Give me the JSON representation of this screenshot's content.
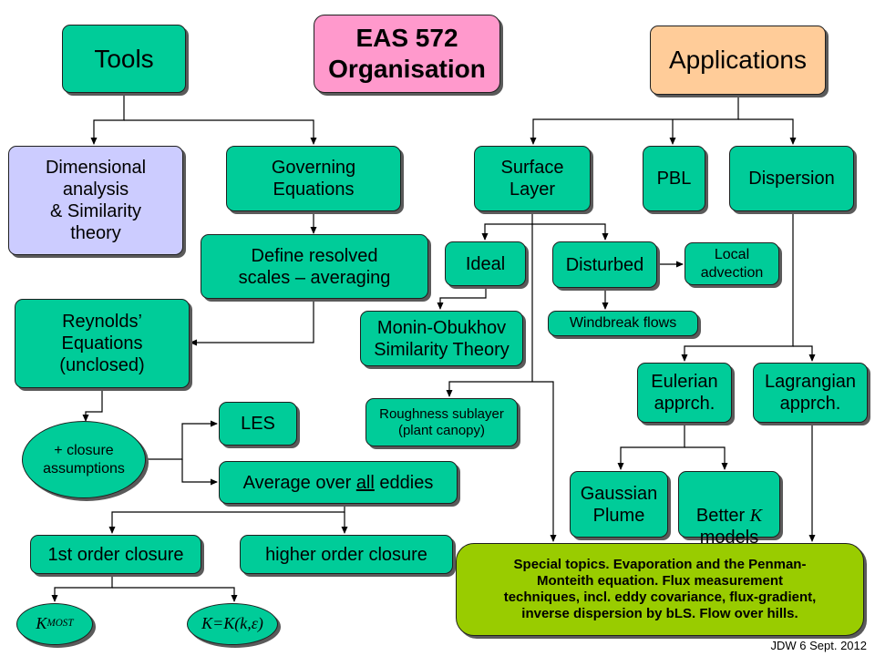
{
  "title_box": {
    "line1": "EAS 572",
    "line2": "Organisation"
  },
  "tools": "Tools",
  "applications": "Applications",
  "dimensional": "Dimensional\nanalysis\n& Similarity\ntheory",
  "governing": "Governing\nEquations",
  "define_scales": "Define resolved\nscales – averaging",
  "reynolds": "Reynolds’\nEquations\n(unclosed)",
  "closure": "+ closure\nassumptions",
  "les": "LES",
  "average": {
    "before": "Average over ",
    "underlined": "all",
    "after": " eddies"
  },
  "first_order": "1st order closure",
  "higher_order": "higher order closure",
  "k_most": {
    "main": "K",
    "sub": "MOST"
  },
  "k_formula": "K=K(k,ε)",
  "surface_layer": "Surface\nLayer",
  "pbl": "PBL",
  "dispersion": "Dispersion",
  "ideal": "Ideal",
  "disturbed": "Disturbed",
  "local_advection": "Local\nadvection",
  "windbreak": "Windbreak flows",
  "monin": "Monin-Obukhov\nSimilarity Theory",
  "roughness": "Roughness sublayer\n(plant canopy)",
  "eulerian": "Eulerian\napprch.",
  "lagrangian": "Lagrangian\napprch.",
  "gaussian": "Gaussian\nPlume",
  "better_k": {
    "before": "Better ",
    "italic": "K",
    "after": "\nmodels"
  },
  "special": "Special topics. Evaporation and the Penman-\nMonteith equation. Flux measurement\ntechniques, incl. eddy covariance, flux-gradient,\ninverse dispersion by bLS. Flow over hills.",
  "credit": "JDW 6 Sept. 2012",
  "colors": {
    "node": "#00cc99",
    "tools_theory": "#ccccff",
    "title": "#ff99cc",
    "applications": "#ffcc99",
    "special": "#99cc00"
  }
}
